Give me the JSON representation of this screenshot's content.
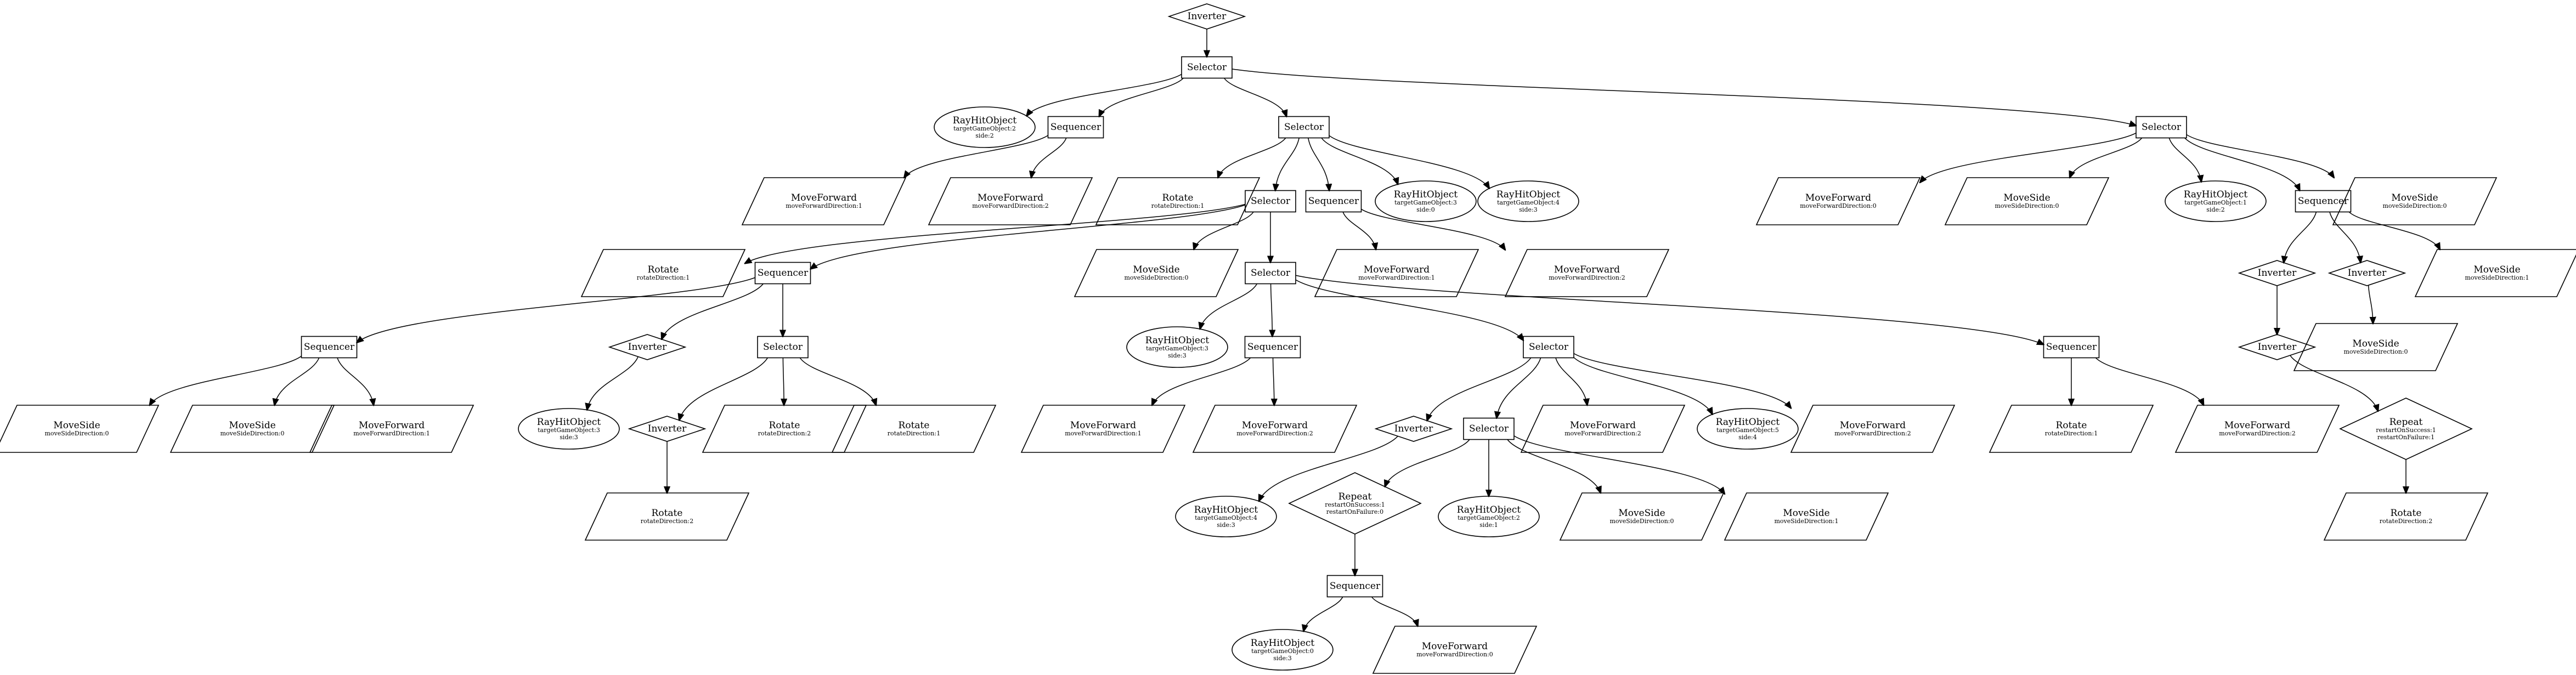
{
  "diagram": {
    "colors": {
      "stroke": "#000000",
      "background": "#ffffff"
    },
    "nodes": [
      {
        "id": "n1",
        "kind": "diamond",
        "title": "Inverter",
        "params": []
      },
      {
        "id": "n2",
        "kind": "box",
        "title": "Selector",
        "params": []
      },
      {
        "id": "n3",
        "kind": "ellipse",
        "title": "RayHitObject",
        "params": [
          "targetGameObject:2",
          "side:2"
        ]
      },
      {
        "id": "n4",
        "kind": "box",
        "title": "Sequencer",
        "params": []
      },
      {
        "id": "n5",
        "kind": "box",
        "title": "Selector",
        "params": []
      },
      {
        "id": "n6",
        "kind": "box",
        "title": "Selector",
        "params": []
      },
      {
        "id": "n7",
        "kind": "parallelogram",
        "title": "MoveForward",
        "params": [
          "moveForwardDirection:1"
        ]
      },
      {
        "id": "n8",
        "kind": "parallelogram",
        "title": "MoveForward",
        "params": [
          "moveForwardDirection:2"
        ]
      },
      {
        "id": "n9",
        "kind": "parallelogram",
        "title": "Rotate",
        "params": [
          "rotateDirection:1"
        ]
      },
      {
        "id": "n10",
        "kind": "box",
        "title": "Selector",
        "params": []
      },
      {
        "id": "n11",
        "kind": "box",
        "title": "Sequencer",
        "params": []
      },
      {
        "id": "n12",
        "kind": "ellipse",
        "title": "RayHitObject",
        "params": [
          "targetGameObject:3",
          "side:0"
        ]
      },
      {
        "id": "n13",
        "kind": "ellipse",
        "title": "RayHitObject",
        "params": [
          "targetGameObject:4",
          "side:3"
        ]
      },
      {
        "id": "n14",
        "kind": "parallelogram",
        "title": "MoveForward",
        "params": [
          "moveForwardDirection:0"
        ]
      },
      {
        "id": "n15",
        "kind": "parallelogram",
        "title": "MoveSide",
        "params": [
          "moveSideDirection:0"
        ]
      },
      {
        "id": "n16",
        "kind": "ellipse",
        "title": "RayHitObject",
        "params": [
          "targetGameObject:1",
          "side:2"
        ]
      },
      {
        "id": "n17",
        "kind": "box",
        "title": "Sequencer",
        "params": []
      },
      {
        "id": "n18",
        "kind": "parallelogram",
        "title": "MoveSide",
        "params": [
          "moveSideDirection:0"
        ]
      },
      {
        "id": "n19",
        "kind": "parallelogram",
        "title": "Rotate",
        "params": [
          "rotateDirection:1"
        ]
      },
      {
        "id": "n20",
        "kind": "box",
        "title": "Sequencer",
        "params": []
      },
      {
        "id": "n21",
        "kind": "parallelogram",
        "title": "MoveSide",
        "params": [
          "moveSideDirection:0"
        ]
      },
      {
        "id": "n22",
        "kind": "box",
        "title": "Selector",
        "params": []
      },
      {
        "id": "n23",
        "kind": "parallelogram",
        "title": "MoveForward",
        "params": [
          "moveForwardDirection:1"
        ]
      },
      {
        "id": "n24",
        "kind": "parallelogram",
        "title": "MoveForward",
        "params": [
          "moveForwardDirection:2"
        ]
      },
      {
        "id": "n25",
        "kind": "diamond",
        "title": "Inverter",
        "params": []
      },
      {
        "id": "n26",
        "kind": "diamond",
        "title": "Inverter",
        "params": []
      },
      {
        "id": "n27",
        "kind": "parallelogram",
        "title": "MoveSide",
        "params": [
          "moveSideDirection:1"
        ]
      },
      {
        "id": "n28",
        "kind": "box",
        "title": "Sequencer",
        "params": []
      },
      {
        "id": "n29",
        "kind": "diamond",
        "title": "Inverter",
        "params": []
      },
      {
        "id": "n30",
        "kind": "box",
        "title": "Selector",
        "params": []
      },
      {
        "id": "n31",
        "kind": "ellipse",
        "title": "RayHitObject",
        "params": [
          "targetGameObject:3",
          "side:3"
        ]
      },
      {
        "id": "n32",
        "kind": "box",
        "title": "Sequencer",
        "params": []
      },
      {
        "id": "n33",
        "kind": "box",
        "title": "Selector",
        "params": []
      },
      {
        "id": "n34",
        "kind": "box",
        "title": "Sequencer",
        "params": []
      },
      {
        "id": "n35",
        "kind": "diamond",
        "title": "Inverter",
        "params": []
      },
      {
        "id": "n36",
        "kind": "parallelogram",
        "title": "MoveSide",
        "params": [
          "moveSideDirection:0"
        ]
      },
      {
        "id": "n37",
        "kind": "parallelogram",
        "title": "MoveSide",
        "params": [
          "moveSideDirection:0"
        ]
      },
      {
        "id": "n38",
        "kind": "parallelogram",
        "title": "MoveSide",
        "params": [
          "moveSideDirection:0"
        ]
      },
      {
        "id": "n39",
        "kind": "parallelogram",
        "title": "MoveForward",
        "params": [
          "moveForwardDirection:1"
        ]
      },
      {
        "id": "n40",
        "kind": "ellipse",
        "title": "RayHitObject",
        "params": [
          "targetGameObject:3",
          "side:3"
        ]
      },
      {
        "id": "n41",
        "kind": "diamond",
        "title": "Inverter",
        "params": []
      },
      {
        "id": "n42",
        "kind": "parallelogram",
        "title": "Rotate",
        "params": [
          "rotateDirection:2"
        ]
      },
      {
        "id": "n43",
        "kind": "parallelogram",
        "title": "Rotate",
        "params": [
          "rotateDirection:1"
        ]
      },
      {
        "id": "n44",
        "kind": "parallelogram",
        "title": "MoveForward",
        "params": [
          "moveForwardDirection:1"
        ]
      },
      {
        "id": "n45",
        "kind": "parallelogram",
        "title": "MoveForward",
        "params": [
          "moveForwardDirection:2"
        ]
      },
      {
        "id": "n46",
        "kind": "diamond",
        "title": "Inverter",
        "params": []
      },
      {
        "id": "n47",
        "kind": "box",
        "title": "Selector",
        "params": []
      },
      {
        "id": "n48",
        "kind": "parallelogram",
        "title": "MoveForward",
        "params": [
          "moveForwardDirection:2"
        ]
      },
      {
        "id": "n49",
        "kind": "ellipse",
        "title": "RayHitObject",
        "params": [
          "targetGameObject:5",
          "side:4"
        ]
      },
      {
        "id": "n50",
        "kind": "parallelogram",
        "title": "MoveForward",
        "params": [
          "moveForwardDirection:2"
        ]
      },
      {
        "id": "n51",
        "kind": "parallelogram",
        "title": "Rotate",
        "params": [
          "rotateDirection:1"
        ]
      },
      {
        "id": "n52",
        "kind": "parallelogram",
        "title": "MoveForward",
        "params": [
          "moveForwardDirection:2"
        ]
      },
      {
        "id": "n53",
        "kind": "diamond",
        "title": "Repeat",
        "params": [
          "restartOnSuccess:1",
          "restartOnFailure:1"
        ]
      },
      {
        "id": "n54",
        "kind": "parallelogram",
        "title": "Rotate",
        "params": [
          "rotateDirection:2"
        ]
      },
      {
        "id": "n55",
        "kind": "ellipse",
        "title": "RayHitObject",
        "params": [
          "targetGameObject:4",
          "side:3"
        ]
      },
      {
        "id": "n56",
        "kind": "diamond",
        "title": "Repeat",
        "params": [
          "restartOnSuccess:1",
          "restartOnFailure:0"
        ]
      },
      {
        "id": "n57",
        "kind": "ellipse",
        "title": "RayHitObject",
        "params": [
          "targetGameObject:2",
          "side:1"
        ]
      },
      {
        "id": "n58",
        "kind": "parallelogram",
        "title": "MoveSide",
        "params": [
          "moveSideDirection:0"
        ]
      },
      {
        "id": "n59",
        "kind": "parallelogram",
        "title": "MoveSide",
        "params": [
          "moveSideDirection:1"
        ]
      },
      {
        "id": "n60",
        "kind": "box",
        "title": "Sequencer",
        "params": []
      },
      {
        "id": "n61",
        "kind": "ellipse",
        "title": "RayHitObject",
        "params": [
          "targetGameObject:0",
          "side:3"
        ]
      },
      {
        "id": "n62",
        "kind": "parallelogram",
        "title": "MoveForward",
        "params": [
          "moveForwardDirection:0"
        ]
      }
    ],
    "edges": [
      [
        "n1",
        "n2"
      ],
      [
        "n2",
        "n3"
      ],
      [
        "n2",
        "n4"
      ],
      [
        "n2",
        "n5"
      ],
      [
        "n2",
        "n6"
      ],
      [
        "n4",
        "n7"
      ],
      [
        "n4",
        "n8"
      ],
      [
        "n5",
        "n9"
      ],
      [
        "n5",
        "n10"
      ],
      [
        "n5",
        "n11"
      ],
      [
        "n5",
        "n12"
      ],
      [
        "n5",
        "n13"
      ],
      [
        "n6",
        "n14"
      ],
      [
        "n6",
        "n15"
      ],
      [
        "n6",
        "n16"
      ],
      [
        "n6",
        "n17"
      ],
      [
        "n6",
        "n18"
      ],
      [
        "n10",
        "n19"
      ],
      [
        "n10",
        "n20"
      ],
      [
        "n10",
        "n21"
      ],
      [
        "n10",
        "n22"
      ],
      [
        "n11",
        "n23"
      ],
      [
        "n11",
        "n24"
      ],
      [
        "n17",
        "n25"
      ],
      [
        "n17",
        "n26"
      ],
      [
        "n17",
        "n27"
      ],
      [
        "n20",
        "n28"
      ],
      [
        "n20",
        "n29"
      ],
      [
        "n20",
        "n30"
      ],
      [
        "n22",
        "n31"
      ],
      [
        "n22",
        "n32"
      ],
      [
        "n22",
        "n33"
      ],
      [
        "n22",
        "n34"
      ],
      [
        "n25",
        "n35"
      ],
      [
        "n26",
        "n36"
      ],
      [
        "n28",
        "n37"
      ],
      [
        "n28",
        "n38"
      ],
      [
        "n28",
        "n39"
      ],
      [
        "n29",
        "n40"
      ],
      [
        "n30",
        "n41"
      ],
      [
        "n30",
        "n42"
      ],
      [
        "n30",
        "n43"
      ],
      [
        "n32",
        "n44"
      ],
      [
        "n32",
        "n45"
      ],
      [
        "n33",
        "n46"
      ],
      [
        "n33",
        "n47"
      ],
      [
        "n33",
        "n48"
      ],
      [
        "n33",
        "n49"
      ],
      [
        "n33",
        "n50"
      ],
      [
        "n34",
        "n51"
      ],
      [
        "n34",
        "n52"
      ],
      [
        "n35",
        "n53"
      ],
      [
        "n53",
        "n54"
      ],
      [
        "n41",
        "n42b"
      ],
      [
        "n46",
        "n55"
      ],
      [
        "n47",
        "n56"
      ],
      [
        "n47",
        "n57"
      ],
      [
        "n47",
        "n58"
      ],
      [
        "n47",
        "n59"
      ],
      [
        "n56",
        "n60"
      ],
      [
        "n60",
        "n61"
      ],
      [
        "n60",
        "n62"
      ]
    ],
    "extra_nodes": [
      {
        "id": "n42b",
        "kind": "parallelogram",
        "title": "Rotate",
        "params": [
          "rotateDirection:2"
        ]
      }
    ]
  }
}
